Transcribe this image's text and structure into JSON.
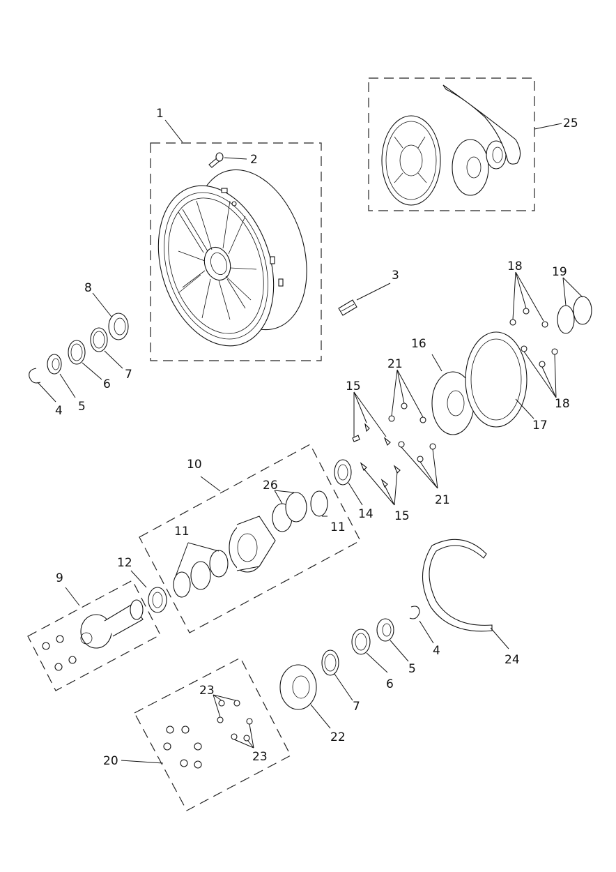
{
  "labels": [
    "1",
    "2",
    "3",
    "4",
    "5",
    "6",
    "7",
    "8",
    "9",
    "10",
    "11",
    "11",
    "12",
    "14",
    "15",
    "15",
    "16",
    "17",
    "18",
    "18",
    "19",
    "20",
    "21",
    "21",
    "22",
    "23",
    "23",
    "4",
    "5",
    "6",
    "7",
    "24",
    "25",
    "26"
  ]
}
